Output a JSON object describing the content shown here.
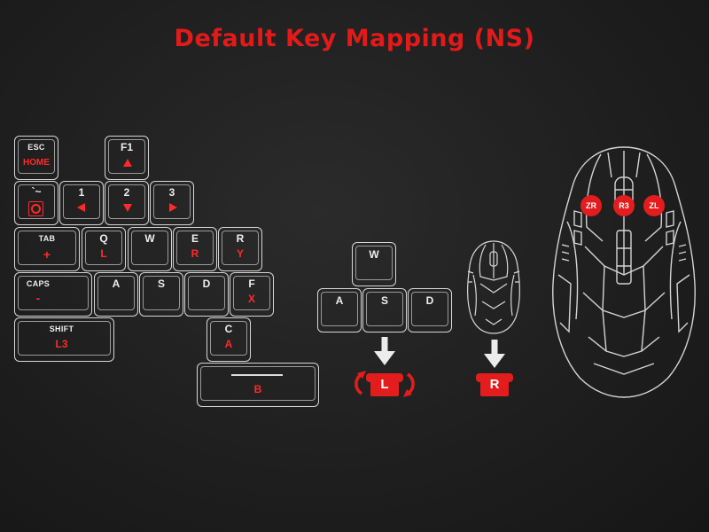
{
  "title": "Default Key Mapping (NS)",
  "colors": {
    "accent": "#e21a1a",
    "key_outline": "#d6d6d6",
    "background": "#1f1f1f"
  },
  "keyboard": {
    "esc": {
      "top": "ESC",
      "bottom": "HOME"
    },
    "f1": {
      "top": "F1",
      "icon": "triangle-up-icon"
    },
    "backtick": {
      "top": "`~",
      "icon": "home-button-icon"
    },
    "k1": {
      "top": "1",
      "icon": "triangle-left-icon"
    },
    "k2": {
      "top": "2",
      "icon": "triangle-down-icon"
    },
    "k3": {
      "top": "3",
      "icon": "triangle-right-icon"
    },
    "tab": {
      "top": "TAB",
      "bottom": "+"
    },
    "q": {
      "top": "Q",
      "bottom": "L"
    },
    "w": {
      "top": "W"
    },
    "e": {
      "top": "E",
      "bottom": "R"
    },
    "r": {
      "top": "R",
      "bottom": "Y"
    },
    "caps": {
      "top": "CAPS",
      "bottom": "-"
    },
    "a": {
      "top": "A"
    },
    "s": {
      "top": "S"
    },
    "d": {
      "top": "D"
    },
    "f": {
      "top": "F",
      "bottom": "X"
    },
    "shift": {
      "top": "SHIFT",
      "bottom": "L3"
    },
    "c": {
      "top": "C",
      "bottom": "A"
    },
    "space": {
      "bottom": "B"
    }
  },
  "wasd": {
    "w": "W",
    "a": "A",
    "s": "S",
    "d": "D",
    "arrow": "arrow-down-icon",
    "result": "L"
  },
  "small_mouse": {
    "arrow": "arrow-down-icon",
    "result": "R"
  },
  "big_mouse": {
    "buttons": [
      "ZR",
      "R3",
      "ZL"
    ]
  }
}
